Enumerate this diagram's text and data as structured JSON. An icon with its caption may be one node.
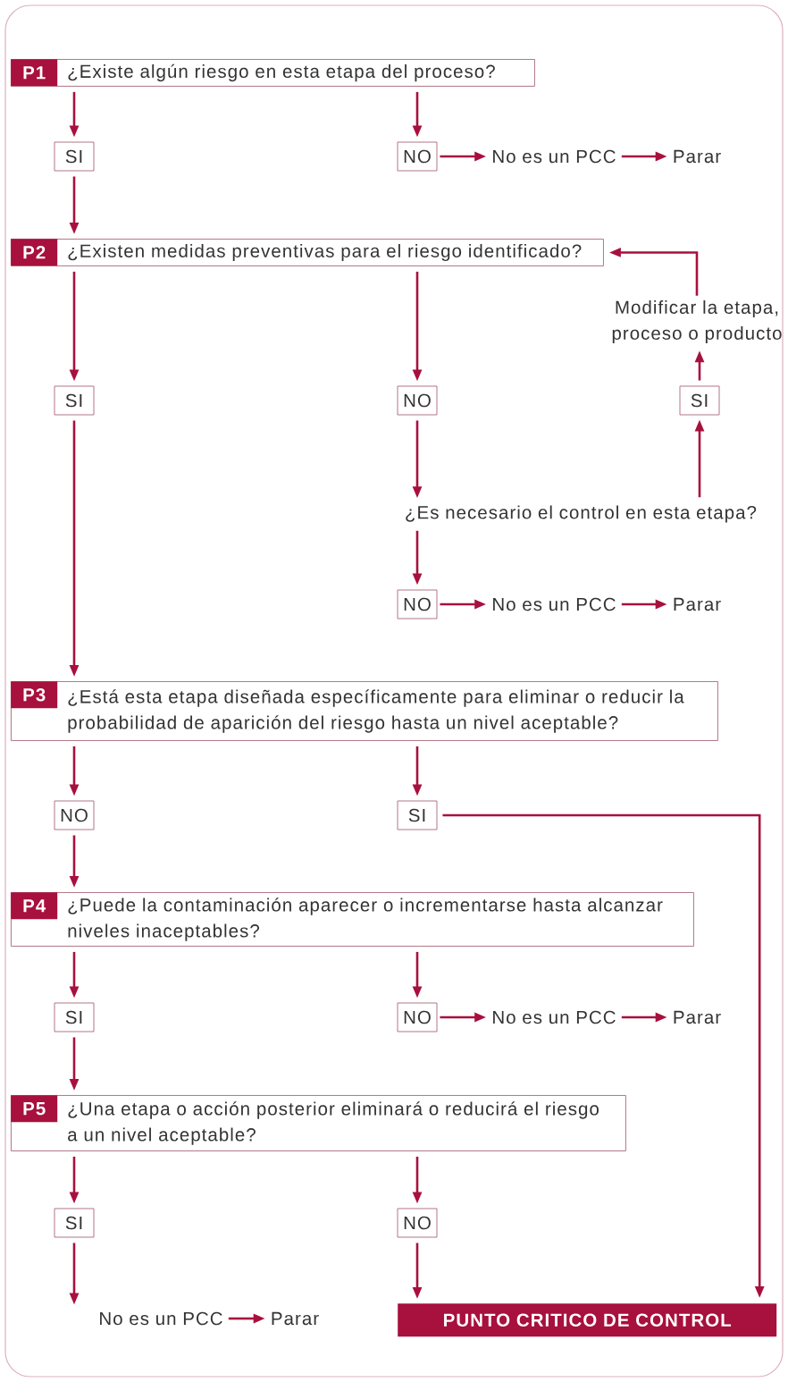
{
  "diagram": {
    "nodes": [
      {
        "text": [
          "P1",
          "¿Existe algún riesgo en esta etapa del proceso?"
        ]
      },
      {
        "text": [
          "SI"
        ]
      },
      {
        "text": [
          "NO"
        ]
      },
      {
        "text": [
          "No es un PCC"
        ]
      },
      {
        "text": [
          "Parar"
        ]
      },
      {
        "text": [
          "P2",
          "¿Existen medidas preventivas para el riesgo identificado?"
        ]
      },
      {
        "text": [
          "Modificar la etapa, proceso o producto"
        ]
      },
      {
        "text": [
          "SI"
        ]
      },
      {
        "text": [
          "NO"
        ]
      },
      {
        "text": [
          "SI"
        ]
      },
      {
        "text": [
          "¿Es necesario el control en esta etapa?"
        ]
      },
      {
        "text": [
          "NO"
        ]
      },
      {
        "text": [
          "No es un PCC"
        ]
      },
      {
        "text": [
          "Parar"
        ]
      },
      {
        "text": [
          "P3",
          "¿Está esta etapa diseñada específicamente para eliminar o reducir la probabilidad de aparición del riesgo hasta un nivel aceptable?"
        ]
      },
      {
        "text": [
          "NO"
        ]
      },
      {
        "text": [
          "SI"
        ]
      },
      {
        "text": [
          "P4",
          "¿Puede la contaminación aparecer o incrementarse hasta alcanzar niveles inaceptables?"
        ]
      },
      {
        "text": [
          "SI"
        ]
      },
      {
        "text": [
          "NO"
        ]
      },
      {
        "text": [
          "No es un PCC"
        ]
      },
      {
        "text": [
          "Parar"
        ]
      },
      {
        "text": [
          "P5",
          "¿Una etapa o acción posterior eliminará o reducirá el riesgo a un nivel aceptable?"
        ]
      },
      {
        "text": [
          "SI"
        ]
      },
      {
        "text": [
          "NO"
        ]
      },
      {
        "text": [
          "No es un PCC"
        ]
      },
      {
        "text": [
          "Parar"
        ]
      },
      {
        "text": [
          "PUNTO CRITICO DE CONTROL"
        ]
      }
    ],
    "edges": [
      {
        "from": 0,
        "to": 1,
        "arrow": "to"
      },
      {
        "from": 0,
        "to": 2,
        "arrow": "to"
      },
      {
        "from": 2,
        "to": 3,
        "arrow": "to"
      },
      {
        "from": 3,
        "to": 4,
        "arrow": "to"
      },
      {
        "from": 1,
        "to": 5,
        "arrow": "to"
      },
      {
        "from": 5,
        "to": 7,
        "arrow": "to"
      },
      {
        "from": 5,
        "to": 8,
        "arrow": "to"
      },
      {
        "from": 8,
        "to": 10,
        "arrow": "to"
      },
      {
        "from": 10,
        "to": 9,
        "arrow": "to"
      },
      {
        "from": 9,
        "to": 6,
        "arrow": "to"
      },
      {
        "from": 6,
        "to": 5,
        "arrow": "to"
      },
      {
        "from": 10,
        "to": 11,
        "arrow": "to"
      },
      {
        "from": 11,
        "to": 12,
        "arrow": "to"
      },
      {
        "from": 12,
        "to": 13,
        "arrow": "to"
      },
      {
        "from": 7,
        "to": 14,
        "arrow": "to"
      },
      {
        "from": 14,
        "to": 15,
        "arrow": "to"
      },
      {
        "from": 14,
        "to": 16,
        "arrow": "to"
      },
      {
        "from": 16,
        "to": 27,
        "arrow": "to"
      },
      {
        "from": 15,
        "to": 17,
        "arrow": "to"
      },
      {
        "from": 17,
        "to": 18,
        "arrow": "to"
      },
      {
        "from": 17,
        "to": 19,
        "arrow": "to"
      },
      {
        "from": 19,
        "to": 20,
        "arrow": "to"
      },
      {
        "from": 20,
        "to": 21,
        "arrow": "to"
      },
      {
        "from": 18,
        "to": 22,
        "arrow": "to"
      },
      {
        "from": 22,
        "to": 23,
        "arrow": "to"
      },
      {
        "from": 22,
        "to": 24,
        "arrow": "to"
      },
      {
        "from": 23,
        "to": 25,
        "arrow": "to"
      },
      {
        "from": 25,
        "to": 26,
        "arrow": "to"
      },
      {
        "from": 24,
        "to": 27,
        "arrow": "to"
      }
    ]
  }
}
